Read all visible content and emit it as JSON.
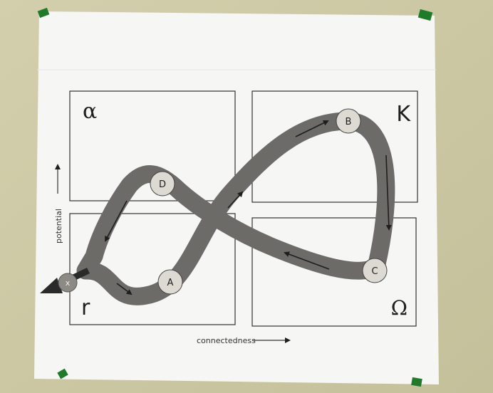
{
  "quadrants": {
    "top_left": "α",
    "top_right": "K",
    "bottom_left": "r",
    "bottom_right": "Ω"
  },
  "axes": {
    "x_label": "connectedness",
    "y_label": "potential"
  },
  "nodes": {
    "a": "A",
    "b": "B",
    "c": "C",
    "d": "D",
    "x": "x"
  },
  "colors": {
    "wall": "#ccc7a3",
    "poster": "#f6f6f4",
    "path": "#6d6b68",
    "node_fill": "#ddd9d3",
    "tape": "#1f7a2a",
    "ink": "#1e1e1e"
  }
}
